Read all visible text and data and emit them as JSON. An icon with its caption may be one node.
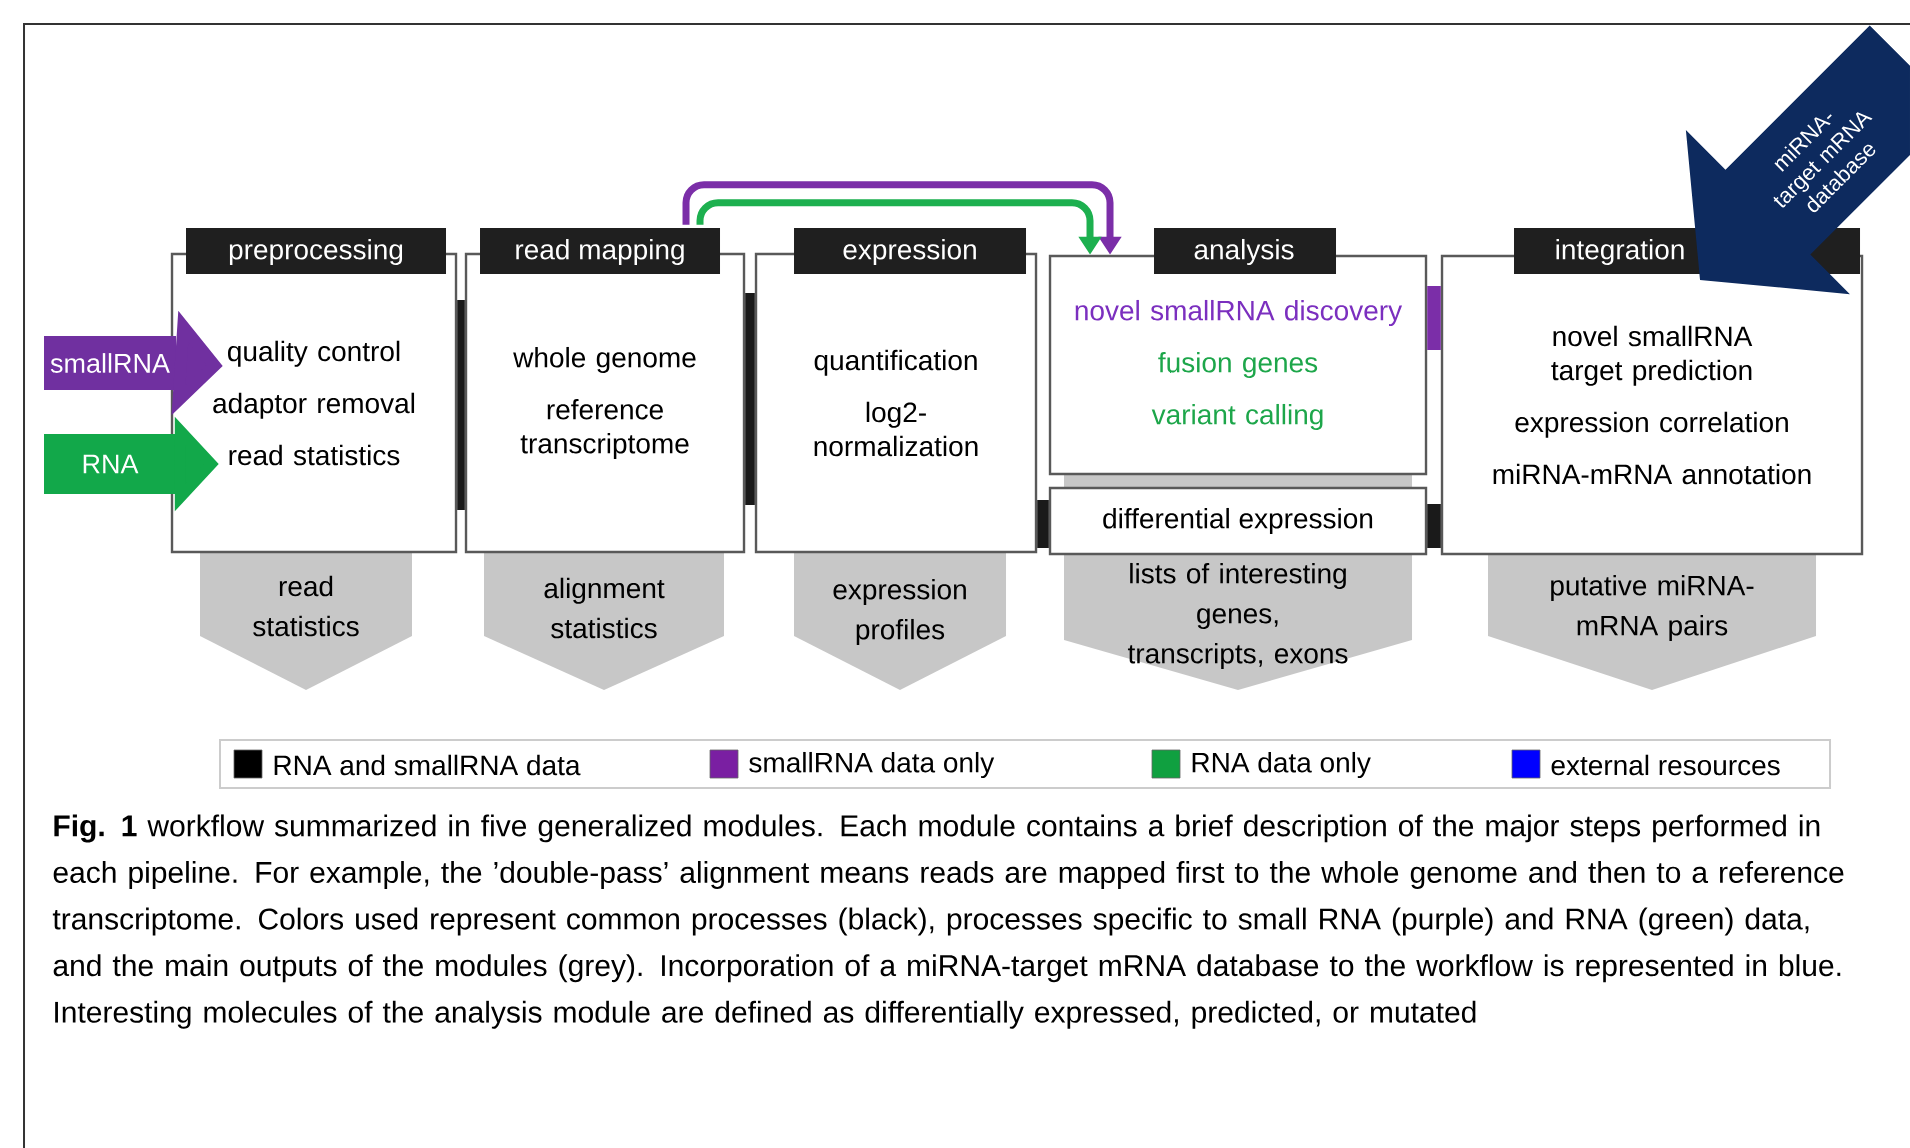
{
  "diagram": {
    "caption": "**Fig. 1** workflow summarized in five generalized modules. Each module contains a brief description of the major steps performed in each pipeline. For example, the ’double-pass’ alignment means reads are mapped first to the whole genome and then to a reference transcriptome. Colors used represent common processes (black), processes specific to small RNA (purple) and RNA (green) data, and the main outputs of the modules (grey). Incorporation of a miRNA-target mRNA database to the workflow is represented in blue. Interesting molecules of the analysis module are defined as differentially expressed, predicted, or mutated",
    "nodes": [
      {
        "text": [
          "smallRNA"
        ]
      },
      {
        "text": [
          "RNA"
        ]
      },
      {
        "text": [
          "preprocessing",
          "quality control",
          "adaptor removal",
          "read statistics"
        ]
      },
      {
        "text": [
          "read mapping",
          "whole genome",
          "reference transcriptome"
        ]
      },
      {
        "text": [
          "expression",
          "quantification",
          "log2-normalization"
        ]
      },
      {
        "text": [
          "analysis",
          "novel smallRNA discovery",
          "fusion genes",
          "variant calling"
        ]
      },
      {
        "text": [
          "differential expression"
        ]
      },
      {
        "text": [
          "integration",
          "novel smallRNA target prediction",
          "expression correlation",
          "miRNA-mRNA annotation"
        ]
      },
      {
        "text": [
          "miRNA-target mRNA database"
        ]
      },
      {
        "text": [
          "read statistics"
        ]
      },
      {
        "text": [
          "alignment statistics"
        ]
      },
      {
        "text": [
          "expression profiles"
        ]
      },
      {
        "text": [
          "lists of interesting genes, transcripts, exons"
        ]
      },
      {
        "text": [
          "putative miRNA-mRNA pairs"
        ]
      }
    ],
    "edges": [
      {
        "from": 3,
        "to": 5,
        "arrow": "to",
        "color": "#7b2ea8"
      },
      {
        "from": 3,
        "to": 5,
        "arrow": "to",
        "color": "#1db04f"
      },
      {
        "from": 2,
        "to": 3,
        "arrow": "none",
        "style": "thick"
      },
      {
        "from": 3,
        "to": 4,
        "arrow": "none",
        "style": "thick"
      },
      {
        "from": 4,
        "to": 6,
        "arrow": "none"
      },
      {
        "from": 6,
        "to": 7,
        "arrow": "none"
      },
      {
        "from": 5,
        "to": 7,
        "arrow": "none",
        "color": "#7b2ea8"
      },
      {
        "from": 0,
        "to": 2,
        "arrow": "to",
        "style": "thick",
        "color": "#7030a0"
      },
      {
        "from": 1,
        "to": 2,
        "arrow": "to",
        "style": "thick",
        "color": "#12a84a"
      }
    ],
    "legend": [
      {
        "text": "RNA and smallRNA data",
        "color": "#000000"
      },
      {
        "text": "smallRNA data only",
        "color": "#7a1fa2"
      },
      {
        "text": "RNA data only",
        "color": "#10a040"
      },
      {
        "text": "external resources",
        "color": "#0000ff"
      }
    ]
  }
}
